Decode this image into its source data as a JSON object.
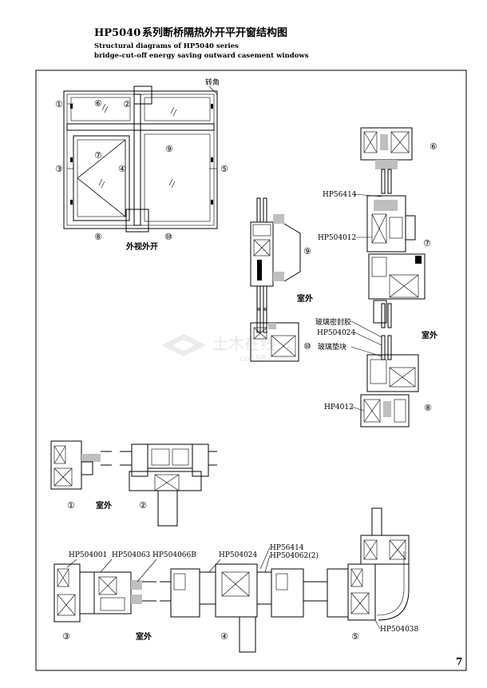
{
  "header": {
    "code": "HP5040",
    "title_cn": "系列断桥隔热外开平开窗结构图",
    "title_en_1": "Structural diagrams of HP5040 series",
    "title_en_2": "bridge-cut-off energy saving outward casement windows"
  },
  "elevation": {
    "caption": "外视外开",
    "corner_label": "转角",
    "markers": [
      "①",
      "②",
      "③",
      "④",
      "⑤",
      "⑥",
      "⑦",
      "⑧",
      "⑨",
      "⑩"
    ]
  },
  "labels": {
    "hp56414_a": "HP56414",
    "hp504012": "HP504012",
    "glass_seal": "玻璃密封胶",
    "hp504024_a": "HP504024",
    "glass_pad": "玻璃垫块",
    "hp4012": "HP4012",
    "hp504001": "HP504001",
    "hp504063": "HP504063",
    "hp504066b": "HP504066B",
    "hp504024_b": "HP504024",
    "hp56414_b": "HP56414",
    "hp504062": "HP504062(2)",
    "hp504038": "HP504038"
  },
  "outdoor": "室外",
  "page_number": "7",
  "watermark": {
    "text_cn": "土木在线",
    "text_en": "co188.com"
  }
}
